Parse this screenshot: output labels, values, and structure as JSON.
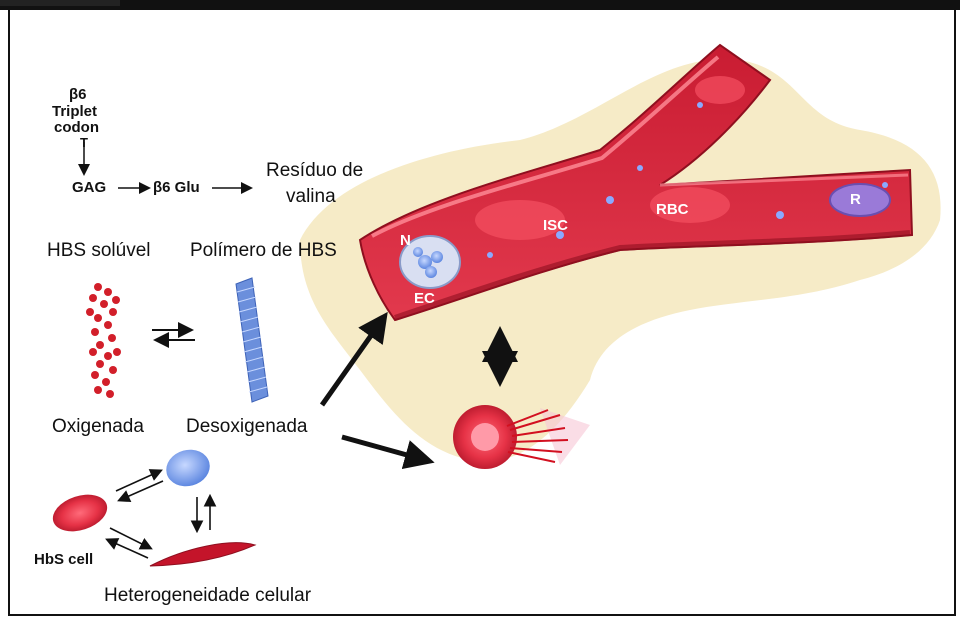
{
  "pathway": {
    "beta6": "β6",
    "triplet": "Triplet",
    "codon": "codon",
    "t": "T",
    "gag": "GAG",
    "beta6glu": "β6 Glu",
    "residue_line1": "Resíduo de",
    "residue_line2": "valina"
  },
  "polymer": {
    "soluble": "HBS solúvel",
    "polymer": "Polímero de HBS",
    "oxygenated": "Oxigenada",
    "deoxygenated": "Desoxigenada"
  },
  "cells": {
    "hbs_cell": "HbS cell",
    "heterogeneity": "Heterogeneidade celular"
  },
  "vessel": {
    "n": "N",
    "ec": "EC",
    "isc": "ISC",
    "rbc": "RBC",
    "r": "R"
  },
  "colors": {
    "vessel": "#d8283c",
    "wall": "#ea5b6a",
    "bead_red": "#d21f2a",
    "bead_blue": "#6b8fdc",
    "halo": "#f6ebc7"
  }
}
